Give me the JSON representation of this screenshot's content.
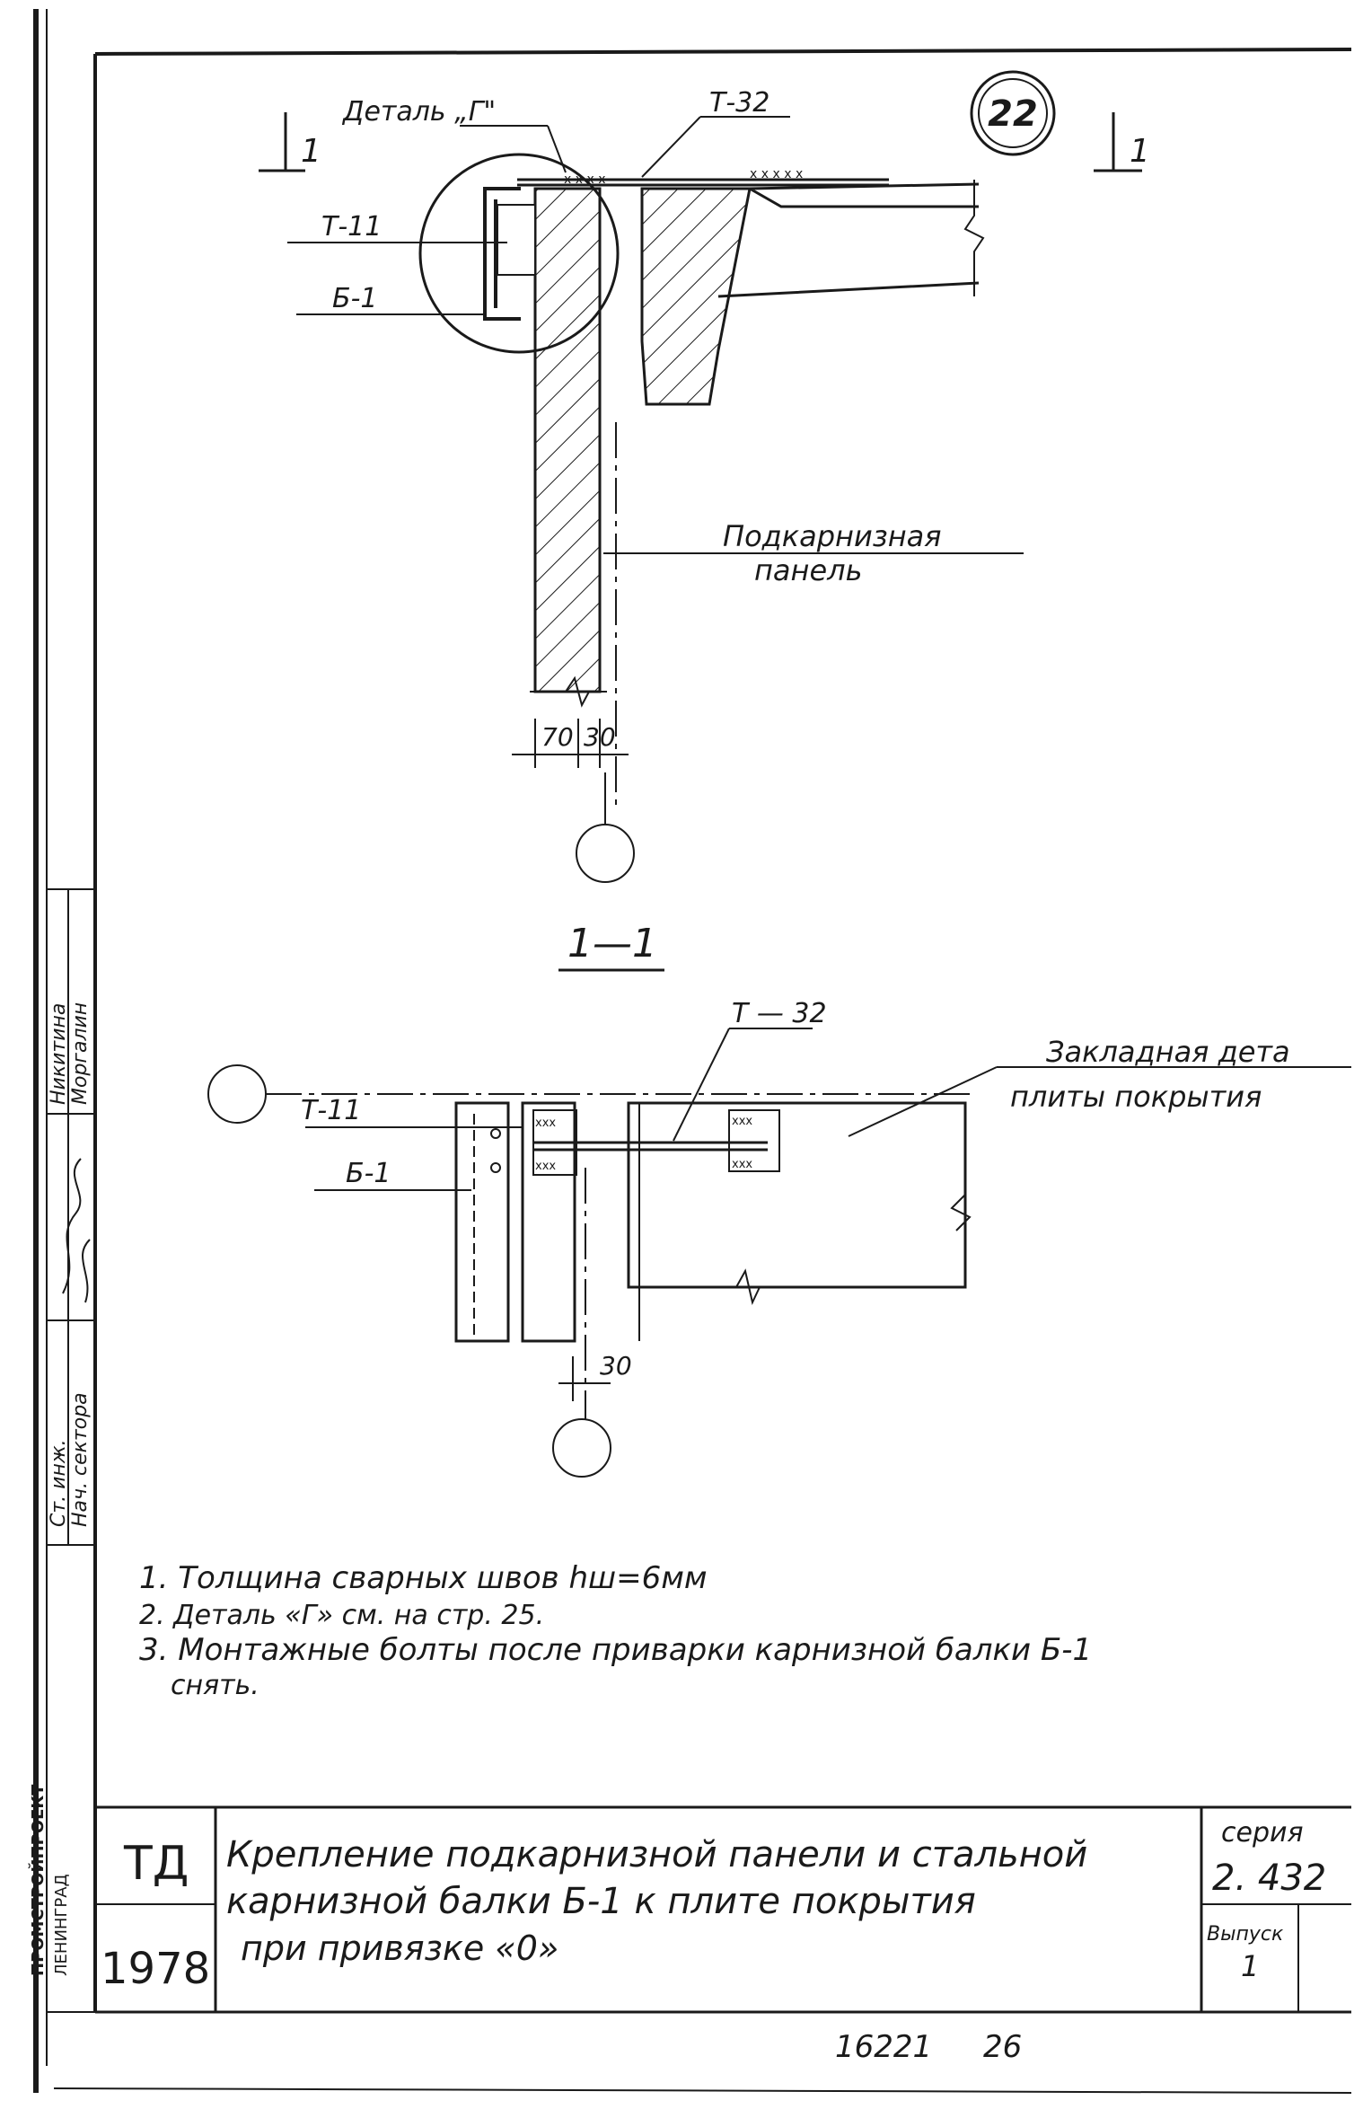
{
  "sheet_number": "22",
  "top_view": {
    "detail_label": "Деталь „Г\"",
    "t32_label": "Т-32",
    "t11_label": "Т-11",
    "b1_label": "Б-1",
    "section_mark": "1",
    "panel_label_line1": "Подкарнизная",
    "panel_label_line2": "панель",
    "dim_70": "70",
    "dim_30": "30"
  },
  "section_view": {
    "title": "1—1",
    "t32_label": "Т — 32",
    "t11_label": "Т-11",
    "b1_label": "Б-1",
    "embedded_line1": "Закладная дета",
    "embedded_line2": "плиты покрытия",
    "dim_30": "30"
  },
  "notes": [
    "1. Толщина сварных швов  hш=6мм",
    "2. Деталь «Г» см. на стр. 25.",
    "3. Монтажные болты после приварки карнизной балки Б-1",
    "снять."
  ],
  "left_stamp": {
    "org": "ПРОМСТРОЙПРОЕКТ",
    "city": "ЛЕНИНГРАД",
    "role1": "Нач. сектора",
    "role2": "Ст. инж.",
    "name1": "Моргалин",
    "name2": "Никитина"
  },
  "title_block": {
    "td": "ТД",
    "year": "1978",
    "title_line1": "Крепление подкарнизной панели и стальной",
    "title_line2": "карнизной балки Б-1 к плите покрытия",
    "title_line3": "при привязке «0»",
    "series_label": "серия",
    "series_value": "2. 432",
    "issue_label": "Выпуск",
    "issue_value": "1"
  },
  "footer": {
    "doc_number": "16221",
    "page": "26"
  }
}
